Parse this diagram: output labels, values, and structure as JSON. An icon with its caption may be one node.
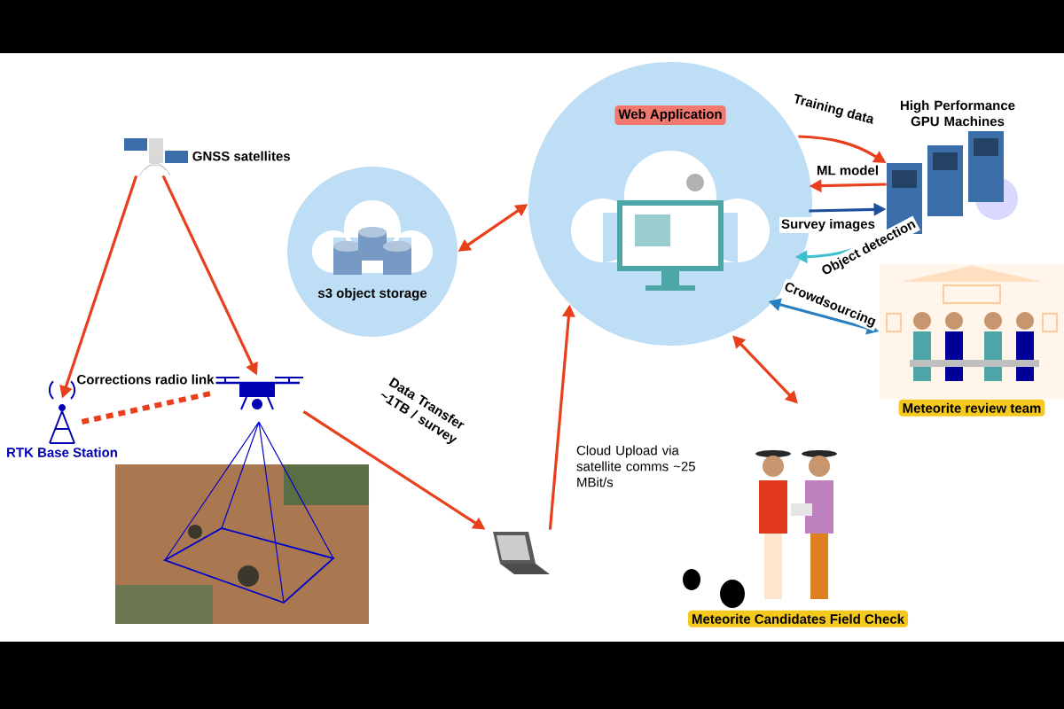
{
  "diagram": {
    "nodes": [
      {
        "text": [
          "GNSS satellites"
        ]
      },
      {
        "text": [
          "s3 object storage"
        ]
      },
      {
        "text": [
          "Web Application"
        ]
      },
      {
        "text": [
          "High Performance GPU Machines"
        ]
      },
      {
        "text": [
          "RTK Base Station"
        ]
      },
      {
        "text": [],
        "shape": "picture"
      },
      {
        "text": [],
        "shape": "picture"
      },
      {
        "text": [
          "Meteorite review team"
        ]
      },
      {
        "text": [
          "Meteorite Candidates Field Check"
        ]
      }
    ],
    "edges": [
      {
        "from": 0,
        "to": 4,
        "arrow": "to"
      },
      {
        "from": 0,
        "to": 5,
        "arrow": "to"
      },
      {
        "from": 4,
        "to": 5,
        "arrow": "none",
        "style": "dashed",
        "label": "Corrections radio link"
      },
      {
        "from": 5,
        "to": 6,
        "arrow": "to",
        "label": "Data Transfer ~1TB / survey"
      },
      {
        "from": 6,
        "to": 2,
        "arrow": "to",
        "label": "Cloud Upload via satellite comms ~25 MBit/s"
      },
      {
        "from": 1,
        "to": 2,
        "arrow": "both"
      },
      {
        "from": 2,
        "to": 3,
        "arrow": "to",
        "label": "Training data"
      },
      {
        "from": 3,
        "to": 2,
        "arrow": "to",
        "label": "ML model"
      },
      {
        "from": 2,
        "to": 3,
        "arrow": "to",
        "label": "Survey images",
        "color": "#1f4e9c"
      },
      {
        "from": 3,
        "to": 2,
        "arrow": "to",
        "label": "Object detection",
        "color": "#3cc0d0"
      },
      {
        "from": 2,
        "to": 7,
        "arrow": "both",
        "label": "Crowdsourcing",
        "color": "#2a7fc0"
      },
      {
        "from": 2,
        "to": 8,
        "arrow": "both"
      }
    ]
  }
}
